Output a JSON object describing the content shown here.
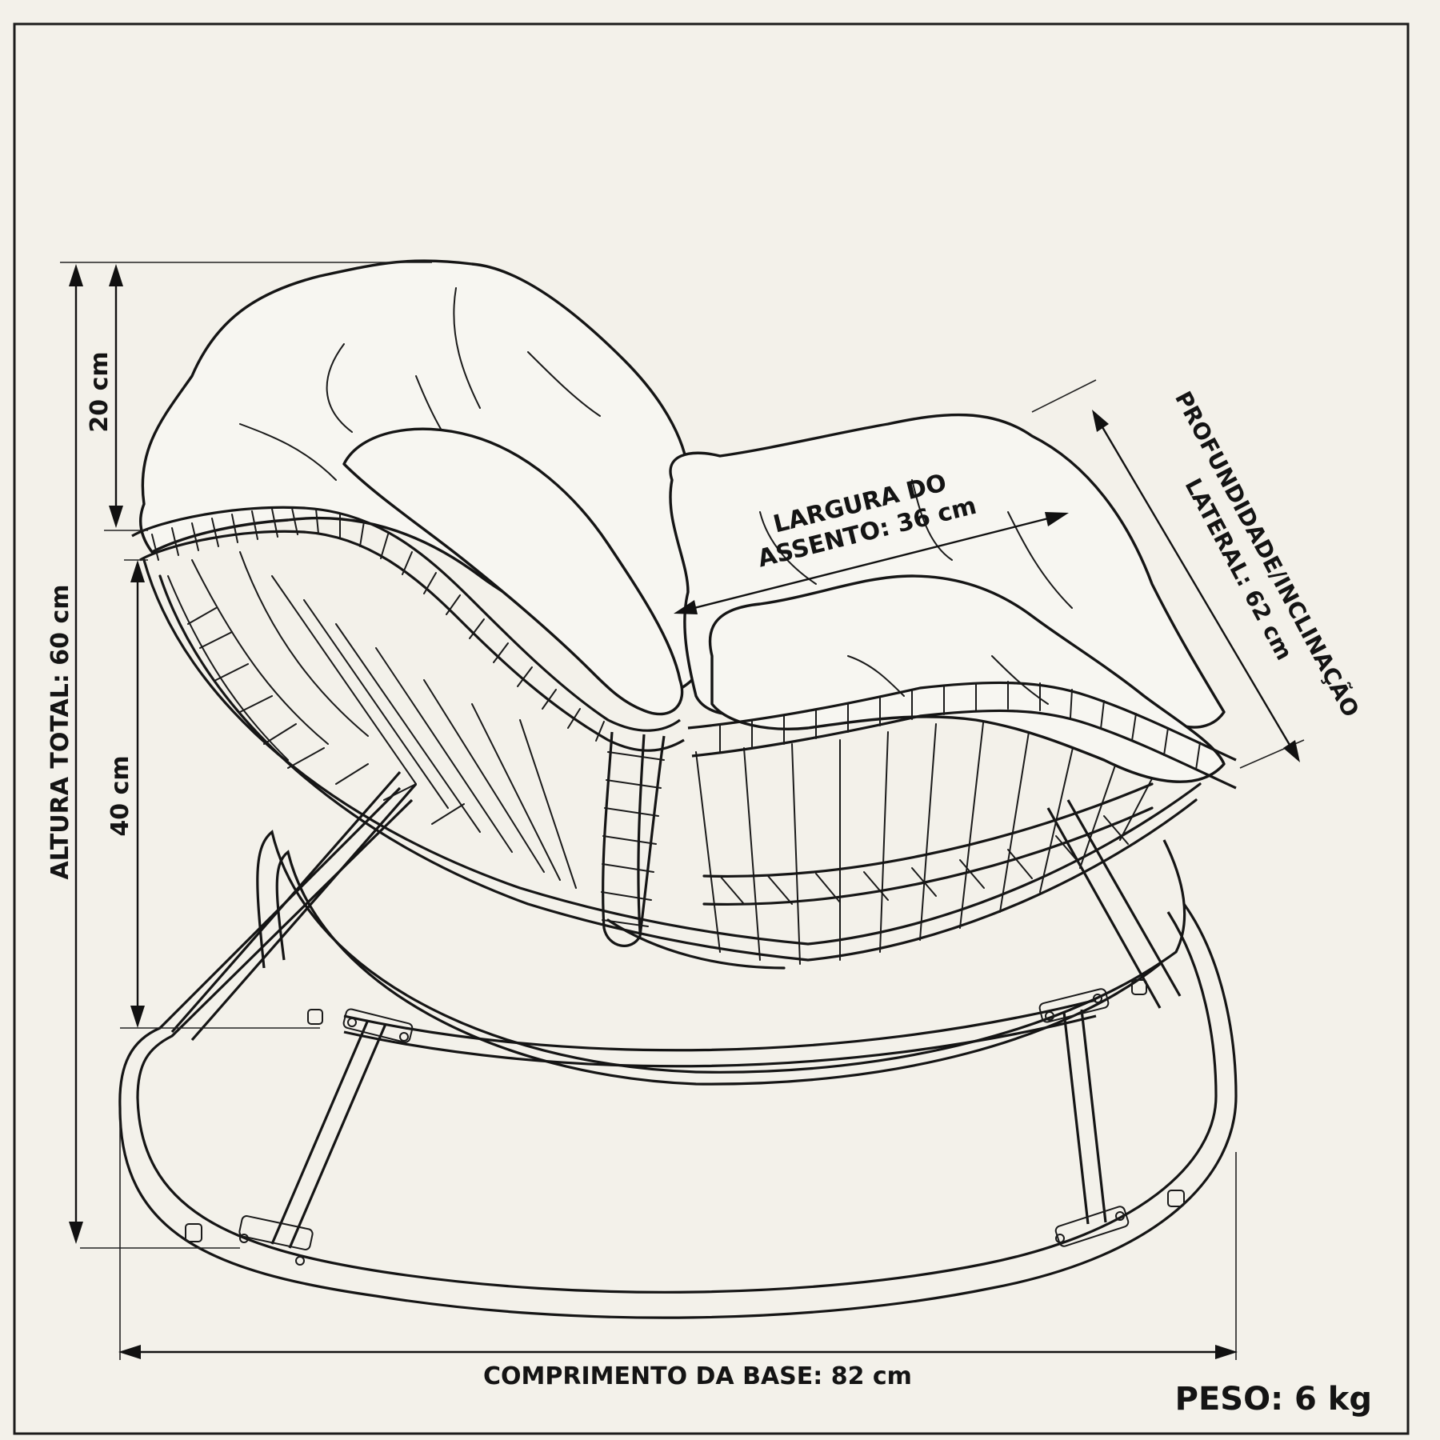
{
  "dimensions": {
    "total_height": "ALTURA TOTAL: 60 cm",
    "back_height": "20 cm",
    "seat_height": "40 cm",
    "seat_width_line1": "LARGURA DO",
    "seat_width_line2": "ASSENTO: 36 cm",
    "depth_line1": "PROFUNDIDADE/INCLINAÇÃO",
    "depth_line2": "LATERAL: 62 cm",
    "base_length": "COMPRIMENTO DA BASE: 82 cm"
  },
  "weight": "PESO: 6 kg",
  "colors": {
    "paper": "#f3f1ea",
    "ink": "#151515"
  }
}
